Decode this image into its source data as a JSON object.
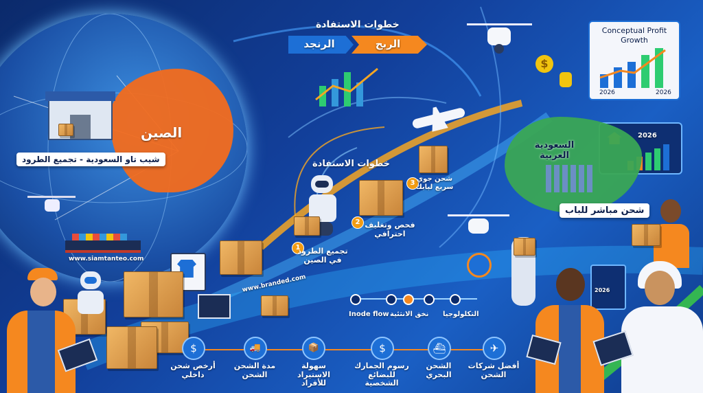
{
  "colors": {
    "accent": "#f5881f",
    "background": "#123f9a",
    "map_china": "#f26b1d",
    "map_saudi": "#3aa655",
    "brand_blue": "#1d6fd6"
  },
  "header": {
    "title": "خطوات الاستفادة",
    "step_a": "الرنجد",
    "step_b": "الربح"
  },
  "map": {
    "china_label": "الصين",
    "china_caption": "شيب تاو السعودية - تجميع الطرود",
    "website": "www.siamtanteo.com"
  },
  "center": {
    "steps_title": "خطوات الاستفادة"
  },
  "steps": [
    {
      "num": "1",
      "label": "تجميع الطرود في الصين"
    },
    {
      "num": "2",
      "label": "فحص وتغليف احترافي"
    },
    {
      "num": "3",
      "label": "شحن جوي سريع لبابك"
    }
  ],
  "saudi": {
    "label": "السعودية العربية",
    "door": "شحن مباشر للباب"
  },
  "charts": {
    "profit_title": "Conceptual Profit Growth",
    "year_left": "2026",
    "year_right": "2026",
    "house_year": "2026",
    "tablet_year": "2026"
  },
  "timeline": {
    "labels": [
      "Inode flow",
      "نخق الانثئية",
      "التكلولوجيا"
    ]
  },
  "brand": {
    "label": "www.branded.com"
  },
  "bottom_icons": [
    {
      "icon": "money-bag-icon",
      "glyph": "$",
      "label": "أرخص شحن داخلي"
    },
    {
      "icon": "truck-icon",
      "glyph": "🚚",
      "label": "مدة الشحن الشحن"
    },
    {
      "icon": "package-icon",
      "glyph": "📦",
      "label": "سهولة الاستيراد للأفراد"
    },
    {
      "icon": "receipt-icon",
      "glyph": "$",
      "label": "رسوم الجمارك للبضائع الشخصية"
    },
    {
      "icon": "ship-icon",
      "glyph": "⛴",
      "label": "الشحن البحري"
    },
    {
      "icon": "plane-icon",
      "glyph": "✈",
      "label": "أفضل شركات الشحن"
    }
  ]
}
